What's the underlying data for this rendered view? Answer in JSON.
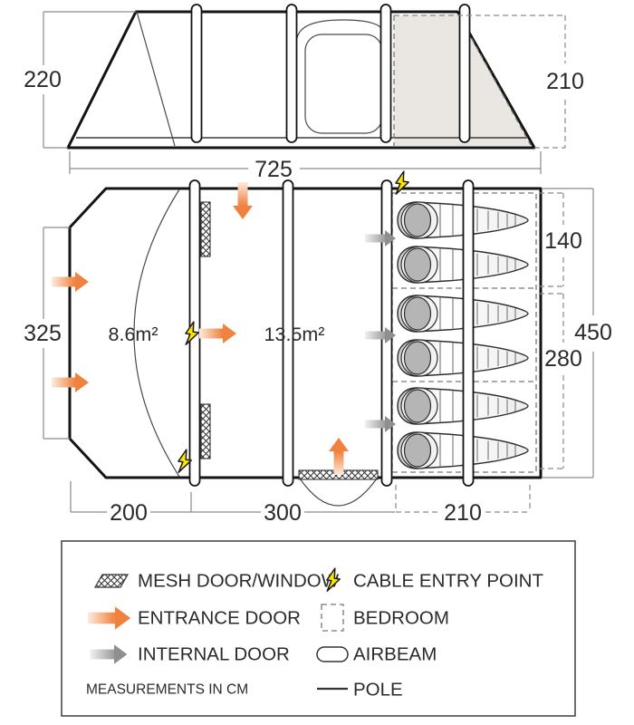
{
  "dims": {
    "side_height_left": "220",
    "side_height_right": "210",
    "total_width": "725",
    "plan_depth": "325",
    "bed_top": "140",
    "bed_total": "450",
    "bed_bottom": "280",
    "front_width": "200",
    "mid_width": "300",
    "bed_width": "210"
  },
  "areas": {
    "front": "8.6m²",
    "main": "13.5m²"
  },
  "legend": {
    "mesh": "MESH DOOR/WINDOW",
    "cable": "CABLE ENTRY POINT",
    "entrance": "ENTRANCE DOOR",
    "bedroom": "BEDROOM",
    "internal": "INTERNAL DOOR",
    "airbeam": "AIRBEAM",
    "pole": "POLE",
    "note": "MEASUREMENTS IN CM"
  },
  "colors": {
    "entrance_orange": "#F0823F",
    "internal_gray": "#8F8F8F",
    "cable_yellow": "#FFE400",
    "bedroom_fill": "#EAE7E3"
  }
}
